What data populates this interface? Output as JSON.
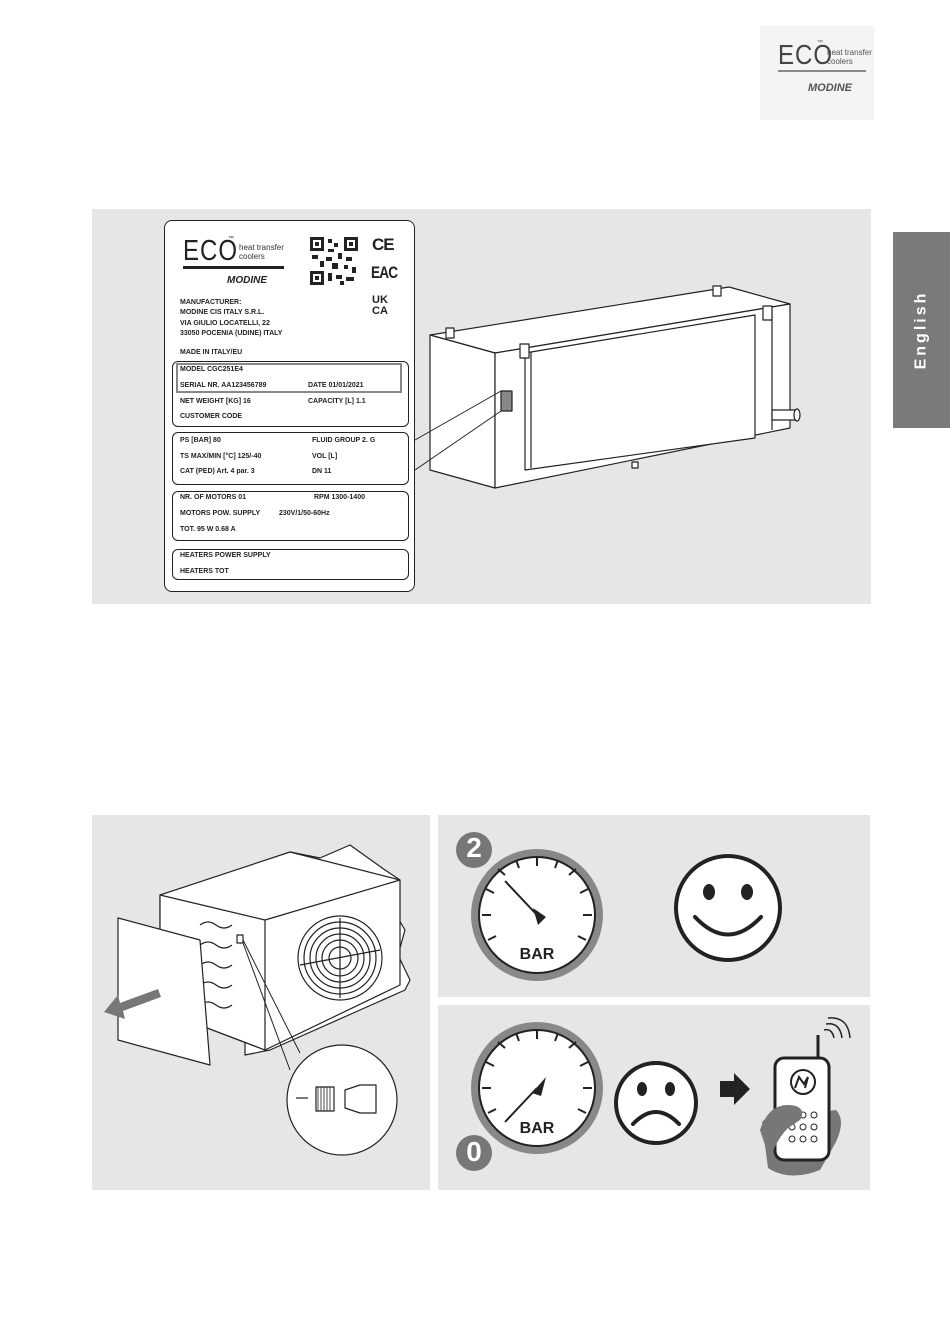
{
  "logo": {
    "brand": "ECO",
    "tm": "™",
    "tagline_1": "heat transfer",
    "tagline_2": "coolers",
    "maker": "MODINE"
  },
  "language_tab": "English",
  "nameplate": {
    "brand": "ECO",
    "tm": "™",
    "tagline_1": "heat transfer",
    "tagline_2": "coolers",
    "maker_logo": "MODINE",
    "marks": {
      "ce": "CE",
      "eac": "EAC",
      "ukca_1": "UK",
      "ukca_2": "CA"
    },
    "manufacturer_label": "MANUFACTURER:",
    "manufacturer_name": "MODINE CIS ITALY S.R.L.",
    "address_1": "VIA GIULIO LOCATELLI, 22",
    "address_2": "33050 POCENIA (UDINE) ITALY",
    "made_in": "MADE IN ITALY/EU",
    "model": "MODEL CGC251E4",
    "serial": "SERIAL NR.  AA123456789",
    "date": "DATE   01/01/2021",
    "net_weight": "NET WEIGHT [KG]   16",
    "capacity": "CAPACITY [L]   1.1",
    "customer_code": "CUSTOMER CODE",
    "ps": "PS [BAR]  80",
    "fluid_group": "FLUID GROUP   2. G",
    "ts": "TS MAX/MIN [°C]   125/-40",
    "vol": "VOL [L]",
    "cat": "CAT (PED)  Art. 4 par. 3",
    "dn": "DN 11",
    "motors": "NR. OF MOTORS   01",
    "rpm": "RPM 1300-1400",
    "motors_supply": "MOTORS POW. SUPPLY",
    "voltage": "230V/1/50-60Hz",
    "tot": "TOT.   95 W 0.68 A",
    "heaters_supply": "HEATERS POWER SUPPLY",
    "heaters_tot": "HEATERS TOT"
  },
  "pressure_ok": {
    "step": "2",
    "gauge_label": "BAR"
  },
  "pressure_fail": {
    "step": "0",
    "gauge_label": "BAR"
  },
  "icons": [
    "qr-code",
    "smiley-happy",
    "smiley-sad",
    "arrow-right",
    "phone-call",
    "pressure-gauge"
  ]
}
